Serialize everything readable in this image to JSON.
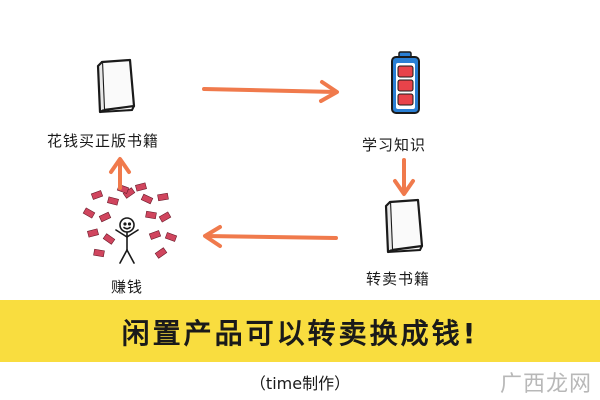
{
  "nodes": {
    "buy_books": "花钱买正版书籍",
    "learn": "学习知识",
    "sell_books": "转卖书籍",
    "earn": "赚钱"
  },
  "banner": {
    "text": "闲置产品可以转卖换成钱!"
  },
  "credit": "（time制作）",
  "watermark": "广西龙网",
  "colors": {
    "arrow": "#f07a4c",
    "banner": "#f9dd3f",
    "battery_frame": "#2a7fd4",
    "battery_fill": "#e8434a",
    "money": "#d0455e"
  }
}
